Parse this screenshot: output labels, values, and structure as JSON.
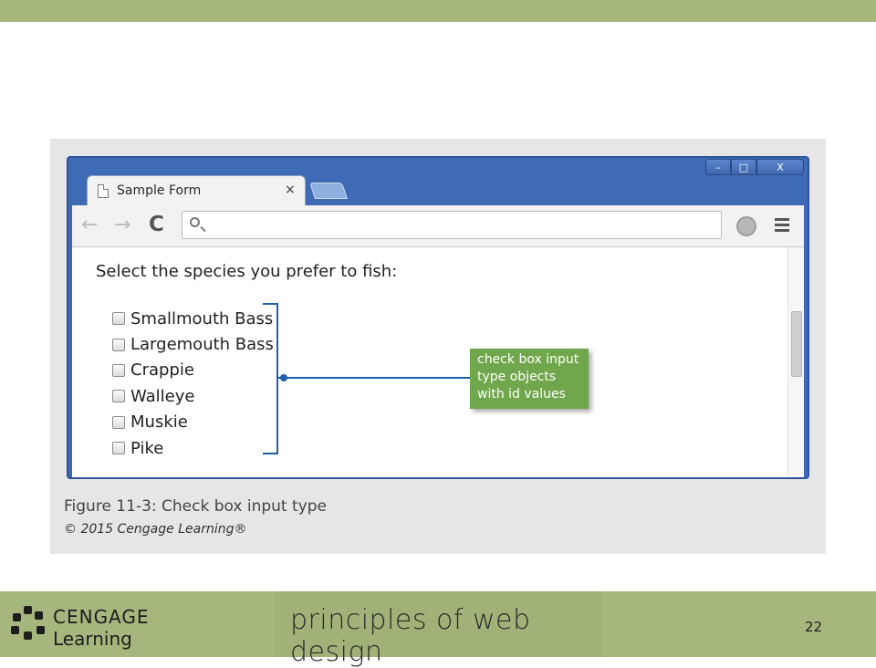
{
  "browser": {
    "tab_title": "Sample Form",
    "tab_close": "×",
    "win_minimize": "–",
    "win_maximize": "□",
    "win_close": "X",
    "address_value": ""
  },
  "form": {
    "prompt": "Select the species you prefer to fish:",
    "options": [
      "Smallmouth Bass",
      "Largemouth Bass",
      "Crappie",
      "Walleye",
      "Muskie",
      "Pike"
    ]
  },
  "callout": {
    "lines": [
      "check box input",
      "type objects",
      "with id values"
    ]
  },
  "figure": {
    "caption": "Figure 11-3: Check box input type",
    "copyright": "© 2015 Cengage Learning®"
  },
  "footer": {
    "brand_top": "CENGAGE",
    "brand_bottom": "Learning",
    "title": "principles of web design",
    "page_number": "22"
  },
  "colors": {
    "band": "#a5b77d",
    "browser_frame": "#3f6bb6",
    "callout": "#71a74c",
    "bracket": "#1f5fa8"
  },
  "icons": [
    "page-icon",
    "back-arrow-icon",
    "forward-arrow-icon",
    "reload-icon",
    "search-icon",
    "extension-icon",
    "menu-icon",
    "cengage-logo-icon"
  ]
}
